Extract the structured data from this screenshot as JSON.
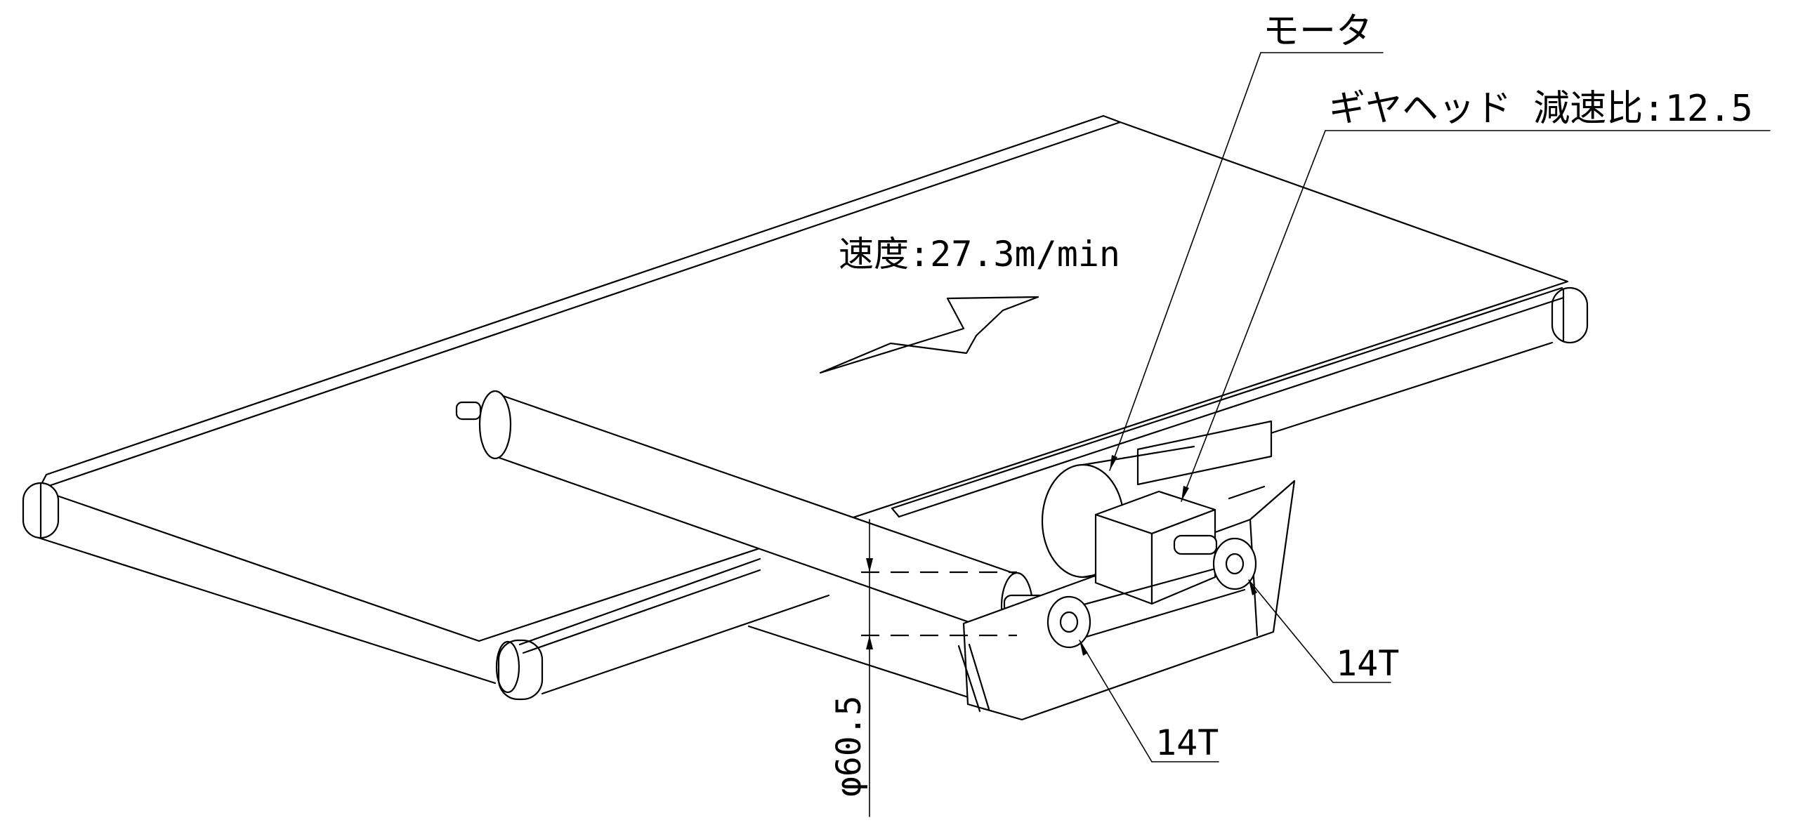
{
  "labels": {
    "motor": "モータ",
    "gearhead": "ギヤヘッド 減速比:12.5",
    "speed": "速度:27.3m/min",
    "roller_diameter": "φ60.5",
    "sprocket_right": "14T",
    "sprocket_left": "14T"
  }
}
